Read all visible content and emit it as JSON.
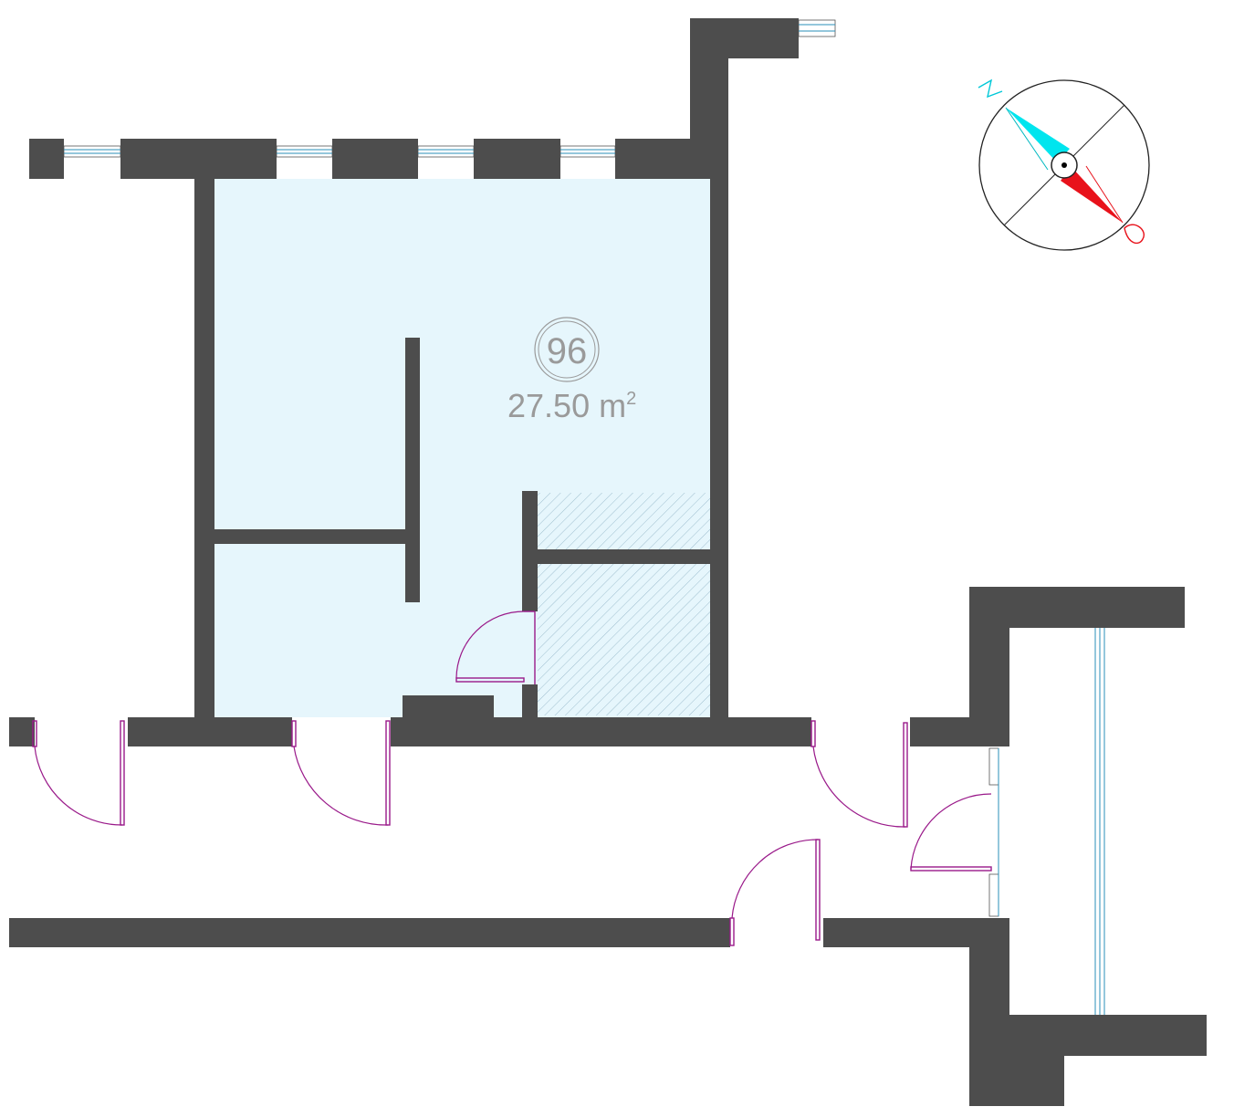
{
  "room": {
    "number": "96",
    "area_value": "27.50 m",
    "area_superscript": "2"
  },
  "compass": {
    "north_color": "#00e5ee",
    "south_color": "#e8121b"
  },
  "colors": {
    "wall": "#4d4d4d",
    "room_fill": "#e6f6fc",
    "door": "#9a1a8a",
    "window": "#2a8fb8"
  }
}
